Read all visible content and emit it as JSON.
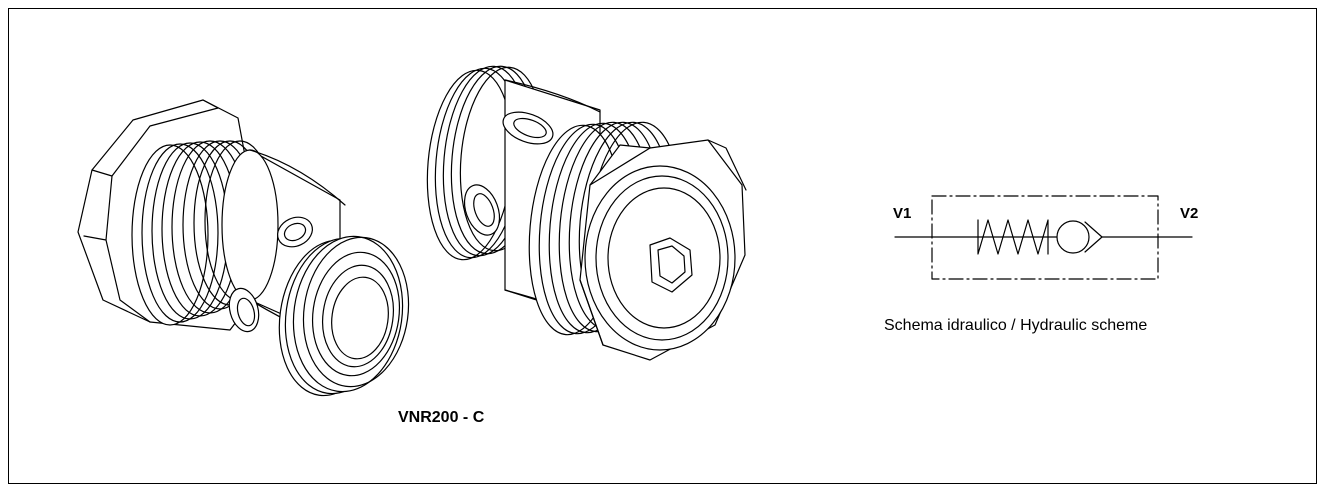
{
  "product": {
    "code": "VNR200 - C"
  },
  "scheme": {
    "port_in": "V1",
    "port_out": "V2",
    "caption": "Schema idraulico / Hydraulic scheme"
  },
  "colors": {
    "line": "#000000",
    "background": "#ffffff"
  }
}
